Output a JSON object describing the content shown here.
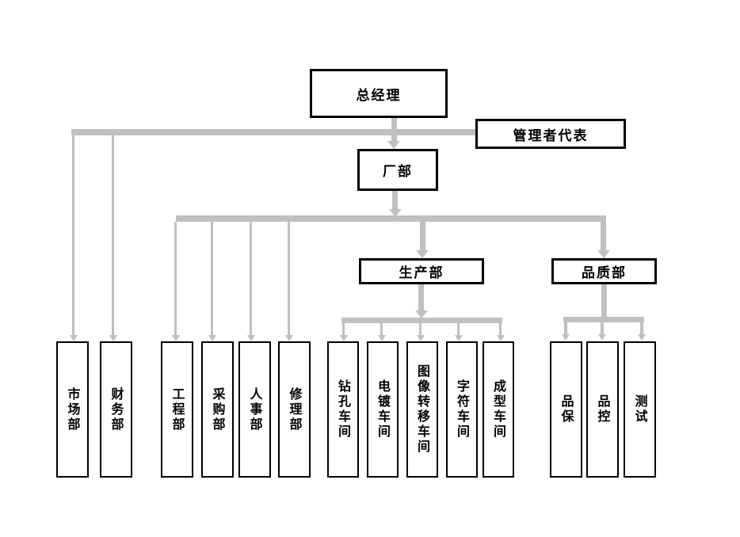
{
  "colors": {
    "background": "#ffffff",
    "connector": "#c0c0c0",
    "box_border": "#000000",
    "text": "#000000"
  },
  "nodes": {
    "general_manager": "总经理",
    "management_representative": "管理者代表",
    "factory": "厂部",
    "production": "生产部",
    "quality": "品质部",
    "marketing": "市场部",
    "finance": "财务部",
    "engineering": "工程部",
    "purchasing": "采购部",
    "hr": "人事部",
    "repair": "修理部",
    "drilling": "钻孔车间",
    "plating": "电镀车间",
    "image_transfer": "图像转移车间",
    "legend": "字符车间",
    "forming": "成型车间",
    "qa": "品保",
    "qc": "品控",
    "testing": "测试"
  },
  "structure": [
    {
      "parent": "总经理",
      "children": [
        "管理者代表",
        "市场部",
        "财务部",
        "厂部"
      ]
    },
    {
      "parent": "厂部",
      "children": [
        "工程部",
        "采购部",
        "人事部",
        "修理部",
        "生产部",
        "品质部"
      ]
    },
    {
      "parent": "生产部",
      "children": [
        "钻孔车间",
        "电镀车间",
        "图像转移车间",
        "字符车间",
        "成型车间"
      ]
    },
    {
      "parent": "品质部",
      "children": [
        "品保",
        "品控",
        "测试"
      ]
    }
  ]
}
